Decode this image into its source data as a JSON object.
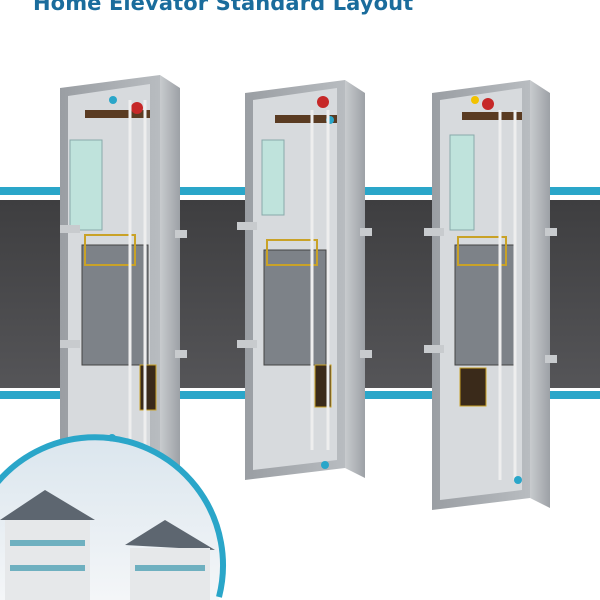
{
  "header": {
    "title": "Home Elevator Standard Layout"
  },
  "colors": {
    "title": "#1a6c9c",
    "accent_teal": "#2aa6c9",
    "band": "#4a4a4c",
    "shaft": "#a9adb2"
  },
  "diagram": {
    "elevators": [
      {
        "name": "elevator-layout-1"
      },
      {
        "name": "elevator-layout-2"
      },
      {
        "name": "elevator-layout-3"
      }
    ]
  }
}
